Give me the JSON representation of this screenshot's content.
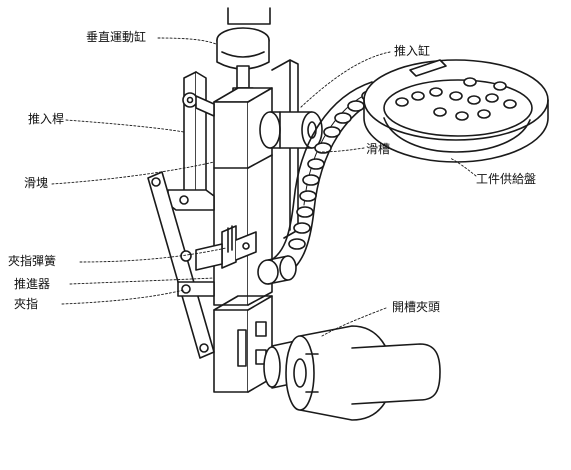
{
  "labels": {
    "vertical_cylinder": "垂直運動缸",
    "push_in_cylinder": "推入缸",
    "push_rod": "推入桿",
    "slider": "滑塊",
    "chute": "滑槽",
    "parts_feeder": "工件供給盤",
    "finger_spring": "夾指彈簧",
    "pusher": "推進器",
    "finger": "夾指",
    "slotted_chuck": "開槽夾頭"
  },
  "colors": {
    "ink": "#1a1a1a",
    "paper": "#ffffff"
  }
}
